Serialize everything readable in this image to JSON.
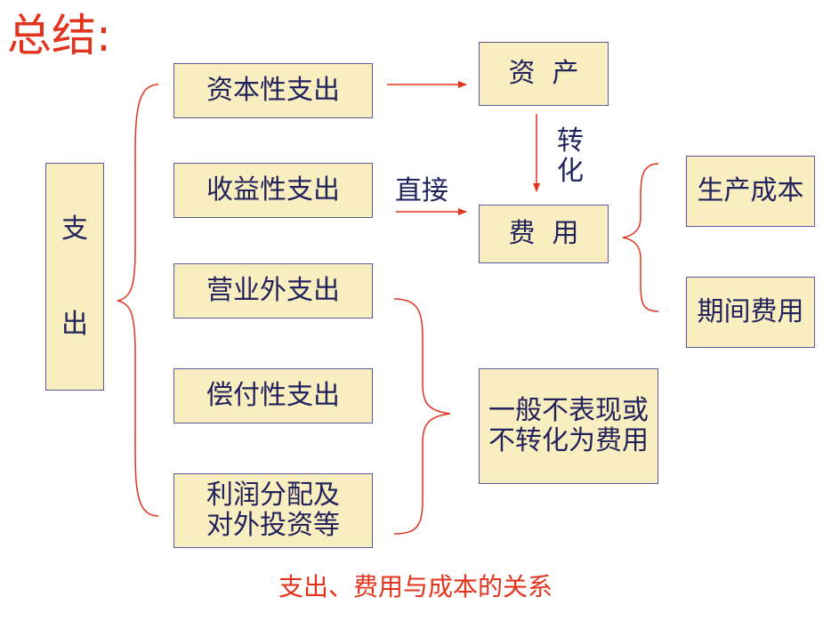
{
  "title": "总结:",
  "caption": "支出、费用与成本的关系",
  "root": {
    "line1": "支",
    "line2": "出"
  },
  "expenditures": {
    "capital": "资本性支出",
    "revenue": "收益性支出",
    "non_operating": "营业外支出",
    "compensation": "偿付性支出",
    "profit_line1": "利润分配及",
    "profit_line2": "对外投资等"
  },
  "results": {
    "asset": "资  产",
    "expense": "费  用",
    "other_line1": "一般不表现或",
    "other_line2": "不转化为费用"
  },
  "costs": {
    "production": "生产成本",
    "period": "期间费用"
  },
  "edges": {
    "direct": "直接",
    "convert1": "转",
    "convert2": "化"
  },
  "colors": {
    "title": "#e2331c",
    "box_fill": "#f9eec0",
    "box_border": "#5a5aa0",
    "text": "#22225c",
    "bracket": "#e2331c"
  }
}
